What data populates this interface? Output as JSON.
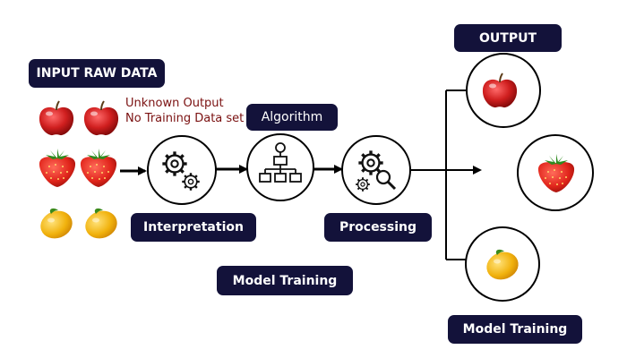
{
  "labels": {
    "input": "INPUT RAW DATA",
    "algorithm": "Algorithm",
    "interpretation": "Interpretation",
    "processing": "Processing",
    "model_training_center": "Model Training",
    "output": "OUTPUT",
    "model_training_right": "Model Training"
  },
  "notes": {
    "unknown_output": "Unknown Output",
    "no_training_data": "No Training Data set"
  },
  "colors": {
    "pill_bg": "#13123a",
    "note_text": "#7a1010",
    "apple": "#d01f1f",
    "strawberry": "#e1251b",
    "mango": "#f1b20d"
  },
  "icons": {
    "interpretation": "gears-icon",
    "algorithm": "flowchart-icon",
    "processing": "gear-magnifier-icon"
  }
}
